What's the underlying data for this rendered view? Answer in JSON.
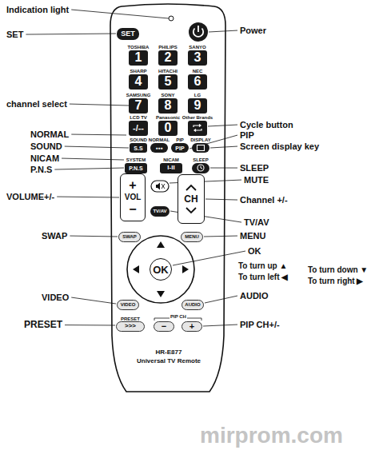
{
  "diagram": {
    "nodes": [
      {
        "text": [
          "SET"
        ]
      },
      {
        "text": [
          "TOSHIBA",
          "1"
        ]
      },
      {
        "text": [
          "PHILIPS",
          "2"
        ]
      },
      {
        "text": [
          "SANYO",
          "3"
        ]
      },
      {
        "text": [
          "SHARP",
          "4"
        ]
      },
      {
        "text": [
          "HITACHI",
          "5"
        ]
      },
      {
        "text": [
          "NEC",
          "6"
        ]
      },
      {
        "text": [
          "SAMSUNG",
          "7"
        ]
      },
      {
        "text": [
          "SONY",
          "8"
        ]
      },
      {
        "text": [
          "LG",
          "9"
        ]
      },
      {
        "text": [
          "LCD TV",
          "-/--"
        ]
      },
      {
        "text": [
          "Panasonic",
          "0"
        ]
      },
      {
        "text": [
          "Other Brands"
        ]
      },
      {
        "text": [
          "SOUND",
          "S.S"
        ]
      },
      {
        "text": [
          "NORMAL",
          "●●●"
        ]
      },
      {
        "text": [
          "PIP",
          "PIP"
        ]
      },
      {
        "text": [
          "DISPLAY"
        ]
      },
      {
        "text": [
          "SYSTEM",
          "P.N.S"
        ]
      },
      {
        "text": [
          "NICAM",
          "I-II"
        ]
      },
      {
        "text": [
          "SLEEP"
        ]
      },
      {
        "text": [
          "+",
          "VOL",
          "−"
        ]
      },
      {
        "text": [
          "CH"
        ]
      },
      {
        "text": [
          "TV/AV"
        ]
      },
      {
        "text": [
          "SWAP"
        ]
      },
      {
        "text": [
          "MENU"
        ]
      },
      {
        "text": [
          "OK"
        ]
      },
      {
        "text": [
          "VIDEO"
        ]
      },
      {
        "text": [
          "AUDIO"
        ]
      },
      {
        "text": [
          "PRESET",
          ">>>"
        ]
      },
      {
        "text": [
          "−"
        ]
      },
      {
        "text": [
          "+"
        ]
      }
    ],
    "labels": [
      "Indication light",
      "SET",
      "channel select",
      "NORMAL",
      "SOUND",
      "NICAM",
      "P.N.S",
      "VOLUME+/-",
      "SWAP",
      "VIDEO",
      "PRESET",
      "Power",
      "Cycle button",
      "PIP",
      "Screen display key",
      "SLEEP",
      "MUTE",
      "Channel +/-",
      "TV/AV",
      "MENU",
      "OK",
      "To turn up ▲",
      "To turn left ◀",
      "To turn down ▼",
      "To turn right ▶",
      "AUDIO",
      "PIP CH+/-",
      "PIP CH",
      "HR-E877",
      "Universal TV Remote",
      "mirprom.com"
    ]
  }
}
